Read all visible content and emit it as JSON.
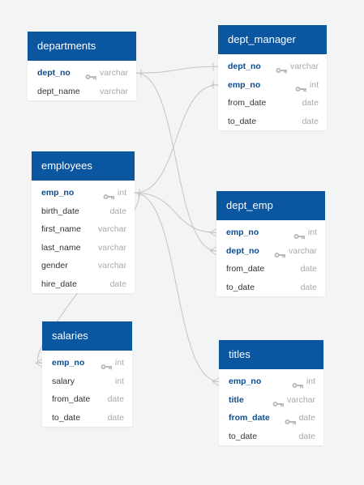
{
  "colors": {
    "header_bg": "#0b56a0",
    "pk_text": "#0b4c8c",
    "type_text": "#a8a8a8",
    "line": "#c4c4c4",
    "background": "#f3f4f4"
  },
  "tables": {
    "departments": {
      "title": "departments",
      "fields": [
        {
          "name": "dept_no",
          "type": "varchar",
          "pk": true
        },
        {
          "name": "dept_name",
          "type": "varchar",
          "pk": false
        }
      ]
    },
    "dept_manager": {
      "title": "dept_manager",
      "fields": [
        {
          "name": "dept_no",
          "type": "varchar",
          "pk": true
        },
        {
          "name": "emp_no",
          "type": "int",
          "pk": true
        },
        {
          "name": "from_date",
          "type": "date",
          "pk": false
        },
        {
          "name": "to_date",
          "type": "date",
          "pk": false
        }
      ]
    },
    "employees": {
      "title": "employees",
      "fields": [
        {
          "name": "emp_no",
          "type": "int",
          "pk": true
        },
        {
          "name": "birth_date",
          "type": "date",
          "pk": false
        },
        {
          "name": "first_name",
          "type": "varchar",
          "pk": false
        },
        {
          "name": "last_name",
          "type": "varchar",
          "pk": false
        },
        {
          "name": "gender",
          "type": "varchar",
          "pk": false
        },
        {
          "name": "hire_date",
          "type": "date",
          "pk": false
        }
      ]
    },
    "dept_emp": {
      "title": "dept_emp",
      "fields": [
        {
          "name": "emp_no",
          "type": "int",
          "pk": true
        },
        {
          "name": "dept_no",
          "type": "varchar",
          "pk": true
        },
        {
          "name": "from_date",
          "type": "date",
          "pk": false
        },
        {
          "name": "to_date",
          "type": "date",
          "pk": false
        }
      ]
    },
    "salaries": {
      "title": "salaries",
      "fields": [
        {
          "name": "emp_no",
          "type": "int",
          "pk": true
        },
        {
          "name": "salary",
          "type": "int",
          "pk": false
        },
        {
          "name": "from_date",
          "type": "date",
          "pk": false
        },
        {
          "name": "to_date",
          "type": "date",
          "pk": false
        }
      ]
    },
    "titles": {
      "title": "titles",
      "fields": [
        {
          "name": "emp_no",
          "type": "int",
          "pk": true
        },
        {
          "name": "title",
          "type": "varchar",
          "pk": true
        },
        {
          "name": "from_date",
          "type": "date",
          "pk": true
        },
        {
          "name": "to_date",
          "type": "date",
          "pk": false
        }
      ]
    }
  },
  "relationships": [
    {
      "from": "departments.dept_no",
      "to": "dept_manager.dept_no"
    },
    {
      "from": "departments.dept_no",
      "to": "dept_emp.dept_no"
    },
    {
      "from": "employees.emp_no",
      "to": "dept_manager.emp_no"
    },
    {
      "from": "employees.emp_no",
      "to": "dept_emp.emp_no"
    },
    {
      "from": "employees.emp_no",
      "to": "titles.emp_no"
    },
    {
      "from": "employees.emp_no",
      "to": "salaries.emp_no"
    }
  ]
}
